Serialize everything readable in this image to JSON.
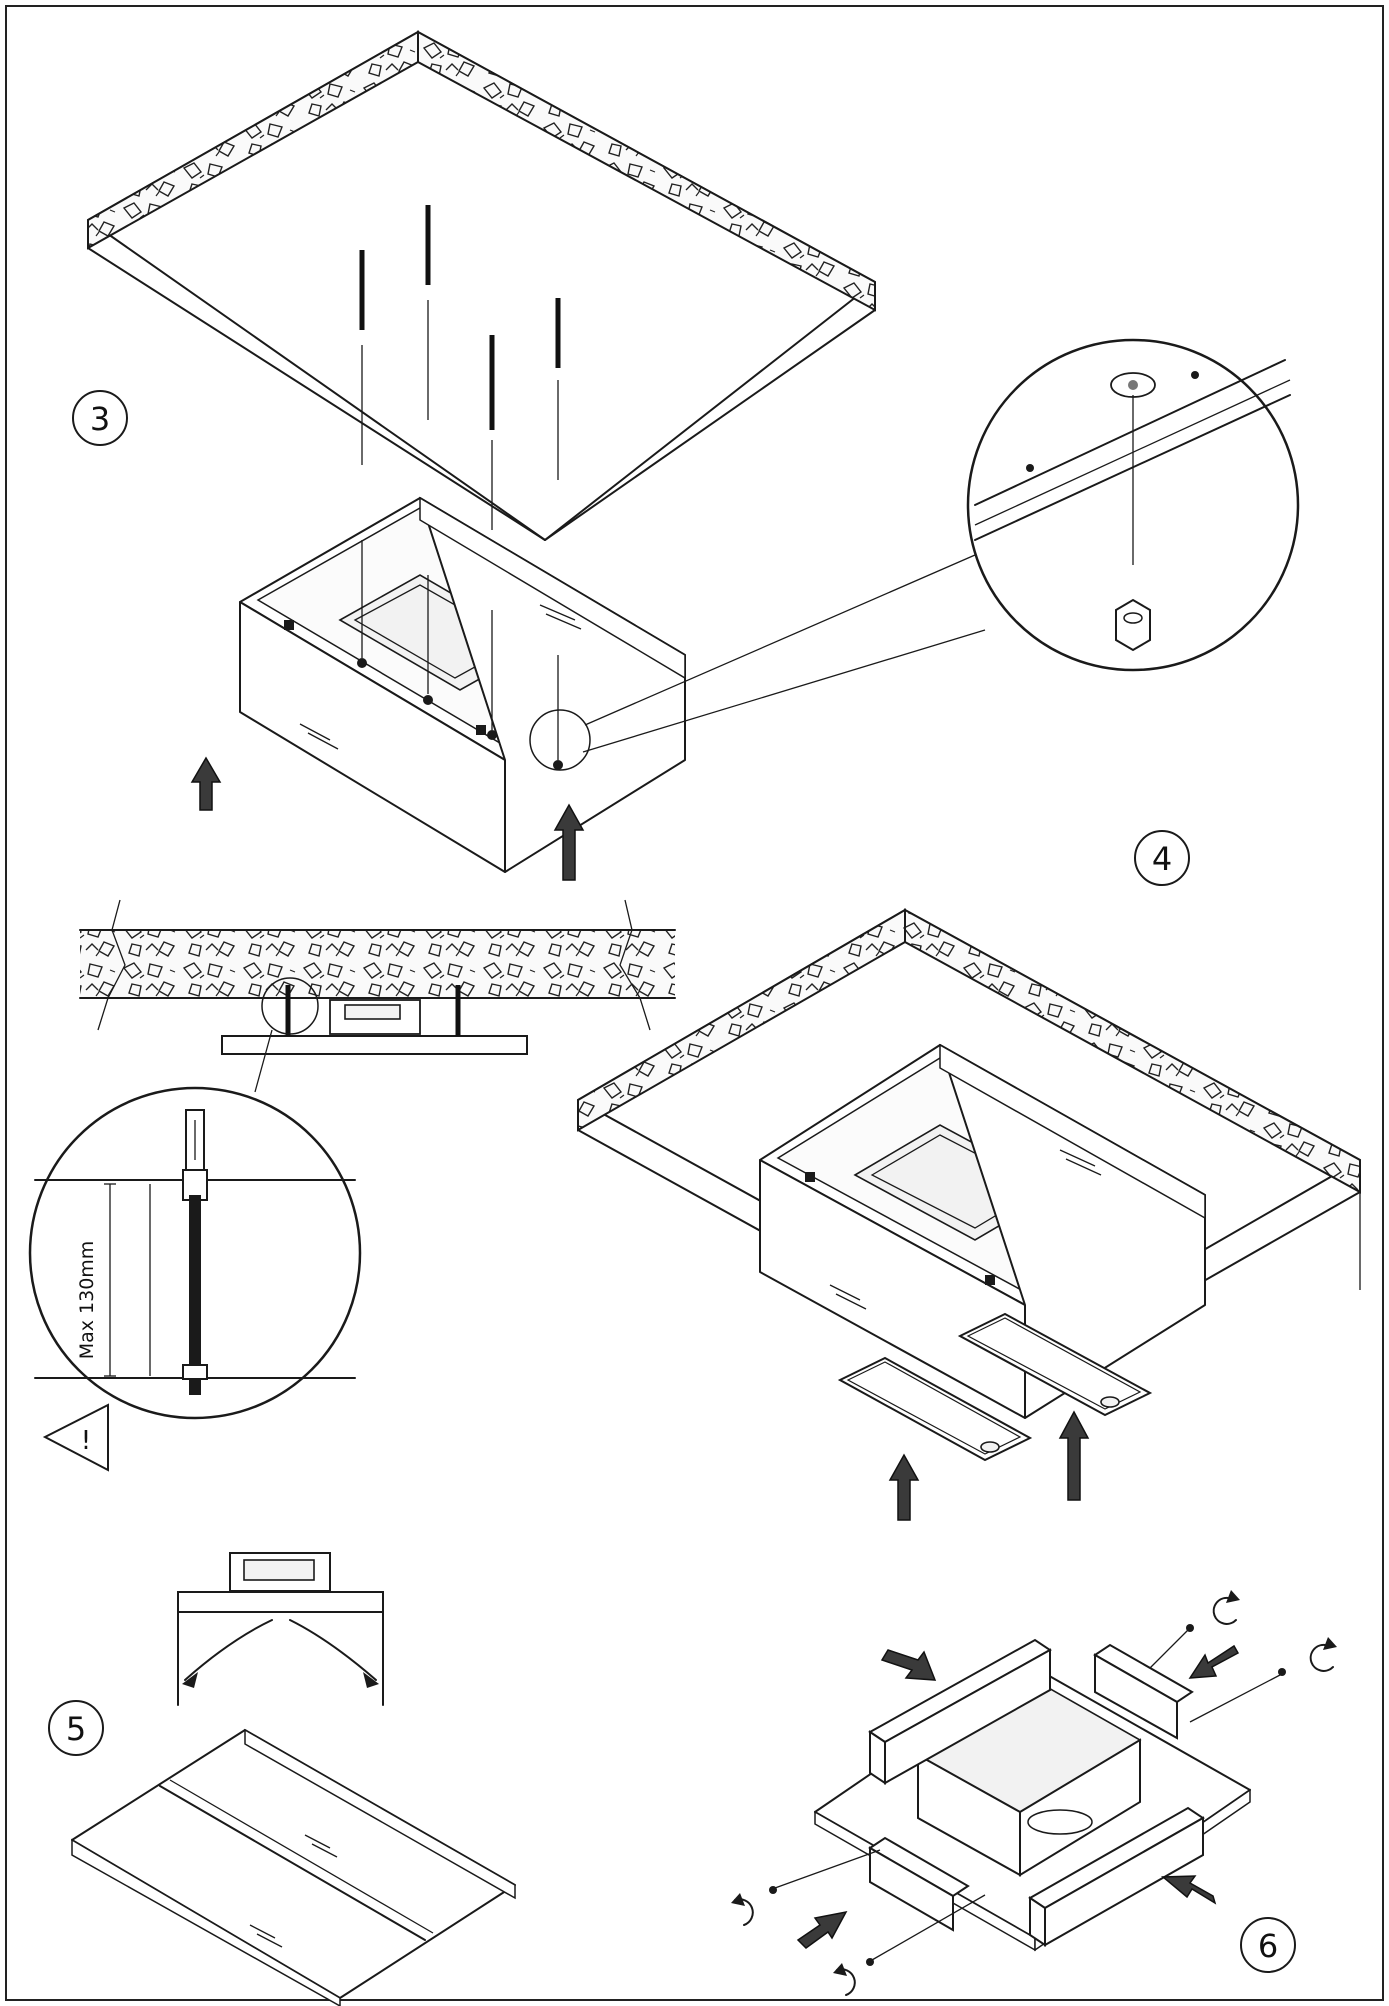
{
  "steps": {
    "step3": "3",
    "step4": "4",
    "step5": "5",
    "step6": "6"
  },
  "dimension": {
    "label": "Max  130mm"
  },
  "warning": {
    "symbol": "!"
  }
}
